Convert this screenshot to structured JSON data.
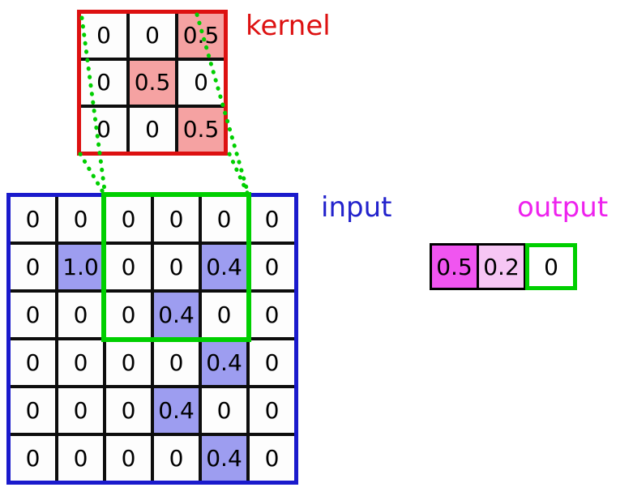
{
  "labels": {
    "kernel": "kernel",
    "input": "input",
    "output": "output"
  },
  "kernel": {
    "rows": [
      [
        "0",
        "0",
        "0.5"
      ],
      [
        "0",
        "0.5",
        "0"
      ],
      [
        "0",
        "0",
        "0.5"
      ]
    ]
  },
  "input": {
    "rows": [
      [
        "0",
        "0",
        "0",
        "0",
        "0",
        "0"
      ],
      [
        "0",
        "1.0",
        "0",
        "0",
        "0.4",
        "0"
      ],
      [
        "0",
        "0",
        "0",
        "0.4",
        "0",
        "0"
      ],
      [
        "0",
        "0",
        "0",
        "0",
        "0.4",
        "0"
      ],
      [
        "0",
        "0",
        "0",
        "0.4",
        "0",
        "0"
      ],
      [
        "0",
        "0",
        "0",
        "0",
        "0.4",
        "0"
      ]
    ]
  },
  "output": {
    "cells": [
      "0.5",
      "0.2",
      "0"
    ]
  },
  "conv_window": {
    "rows": "1-3",
    "cols": "3-5"
  },
  "colors": {
    "kernel_border": "#dd1111",
    "kernel_highlight": "#f5a2a2",
    "input_border": "#1a1acc",
    "input_highlight": "#9d9df0",
    "window_green": "#00cf00",
    "output_strong": "#f055f0",
    "output_light": "#f6c6f4",
    "label_kernel": "#dd1111",
    "label_input": "#2222cc",
    "label_output": "#ee22ee"
  }
}
